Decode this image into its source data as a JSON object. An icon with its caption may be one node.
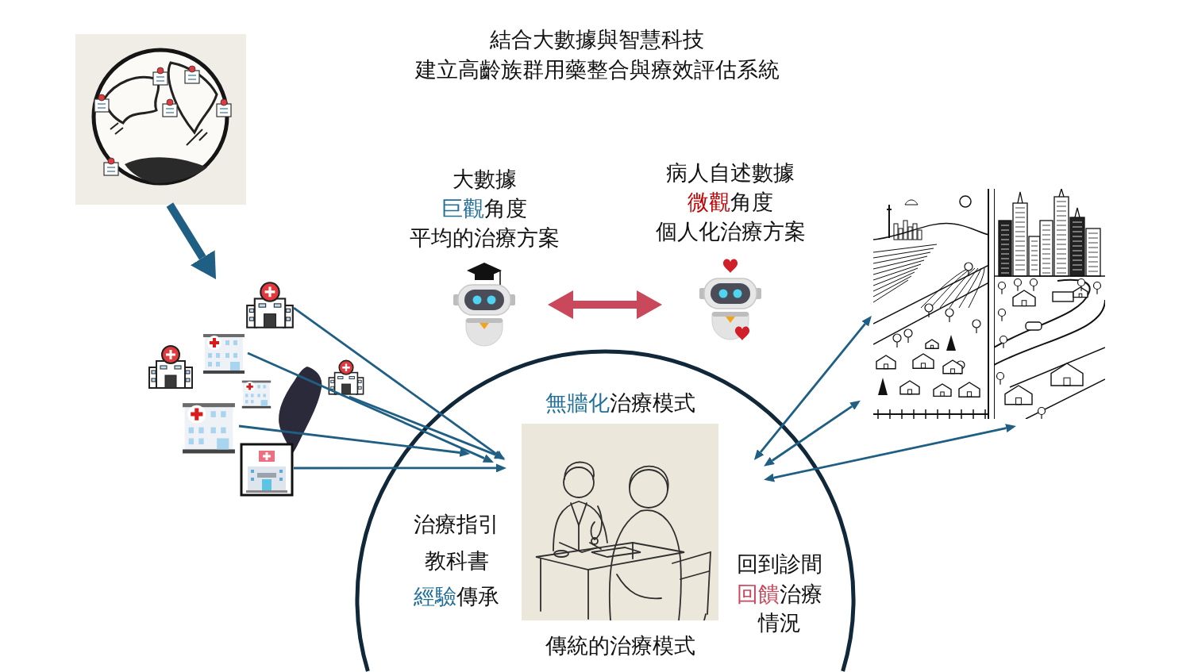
{
  "diagram": {
    "title": "結合大數據與智慧科技建立高齡族群用藥整合與療效評估系統",
    "nodes": [
      {
        "text": [],
        "shape": "picture"
      },
      {
        "text": [],
        "shape": "picture"
      },
      {
        "text": [],
        "shape": "picture"
      },
      {
        "text": [],
        "shape": "picture"
      },
      {
        "text": [],
        "shape": "picture"
      },
      {
        "text": [],
        "shape": "picture"
      },
      {
        "text": [],
        "shape": "picture"
      },
      {
        "text": [],
        "shape": "picture"
      },
      {
        "text": [
          "大數據",
          "**巨觀**角度",
          "平均的治療方案"
        ]
      },
      {
        "text": [
          "病人自述數據",
          "**微觀**角度",
          "個人化治療方案"
        ]
      },
      {
        "text": [],
        "shape": "circle"
      },
      {
        "text": [
          "**無牆化**治療模式"
        ],
        "beside": [
          "傳統的治療模式"
        ],
        "in": 10
      },
      {
        "text": [],
        "shape": "picture"
      },
      {
        "text": [],
        "shape": "picture"
      }
    ],
    "edges": [
      {
        "from": 0,
        "to": null,
        "arrow": "to",
        "style": "thick"
      },
      {
        "from": 1,
        "to": 11,
        "arrow": "to"
      },
      {
        "from": 2,
        "to": 11,
        "arrow": "to"
      },
      {
        "from": 4,
        "to": 11,
        "arrow": "to"
      },
      {
        "from": 6,
        "to": 11,
        "arrow": "to"
      },
      {
        "from": 7,
        "to": 11,
        "arrow": "to"
      },
      {
        "from": 8,
        "to": 9,
        "arrow": "both",
        "style": "thick",
        "color": "#c9485b"
      },
      {
        "from": 11,
        "to": 12,
        "arrow": "both"
      },
      {
        "from": 11,
        "to": 12,
        "arrow": "both"
      },
      {
        "from": 11,
        "to": 13,
        "arrow": "both"
      }
    ],
    "labels": [
      "治療指引",
      "教科書",
      "**經驗**傳承",
      "回到診間",
      "**回饋**治療",
      "情況"
    ]
  }
}
